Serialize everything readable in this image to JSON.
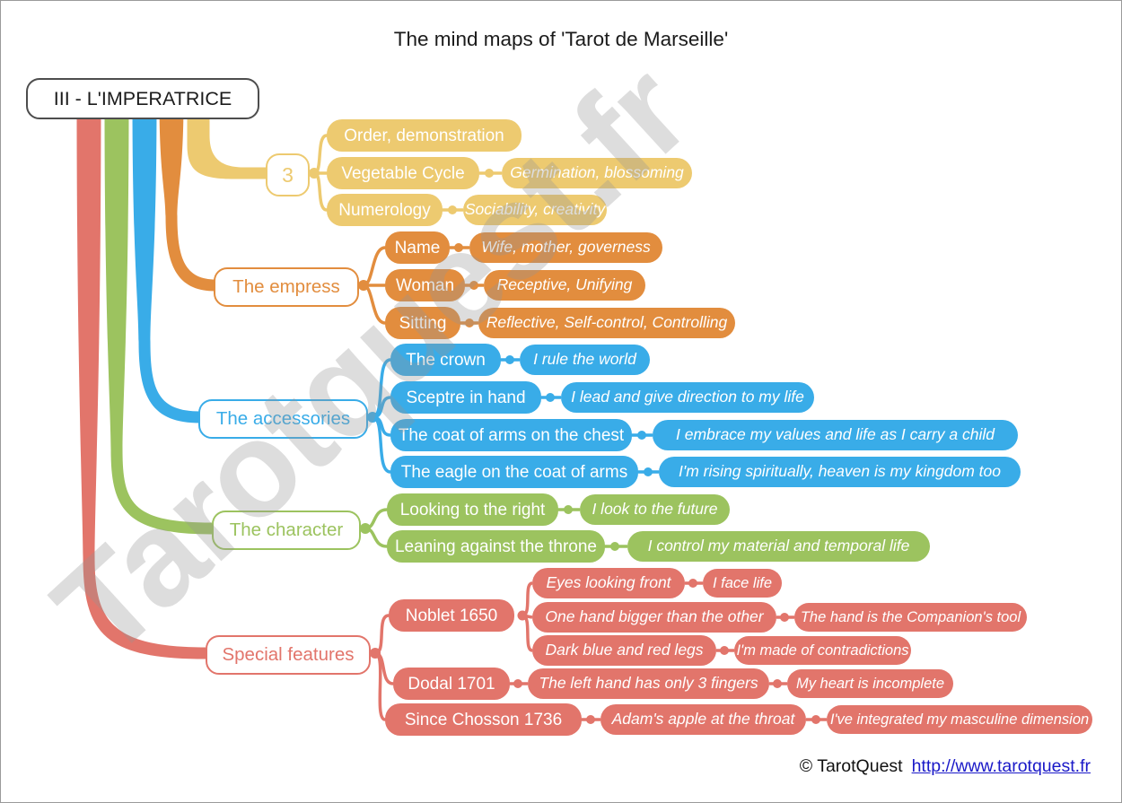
{
  "map": {
    "title": "The mind maps of 'Tarot de Marseille'",
    "root": "III - L'IMPERATRICE",
    "branches": [
      {
        "label": "3",
        "color": "#EDCA70",
        "children": [
          {
            "label": "Order, demonstration"
          },
          {
            "label": "Vegetable Cycle",
            "note": "Germination, blossoming"
          },
          {
            "label": "Numerology",
            "note": "Sociability, creativity"
          }
        ]
      },
      {
        "label": "The empress",
        "color": "#E28D3E",
        "children": [
          {
            "label": "Name",
            "note": "Wife, mother, governess"
          },
          {
            "label": "Woman",
            "note": "Receptive, Unifying"
          },
          {
            "label": "Sitting",
            "note": "Reflective, Self-control, Controlling"
          }
        ]
      },
      {
        "label": "The accessories",
        "color": "#39ACE8",
        "children": [
          {
            "label": "The crown",
            "note": "I rule the world"
          },
          {
            "label": "Sceptre in hand",
            "note": "I lead and give direction to my life"
          },
          {
            "label": "The coat of arms on the chest",
            "note": "I embrace my values and life as I carry a child"
          },
          {
            "label": "The eagle on the coat of arms",
            "note": "I'm rising spiritually, heaven is my kingdom too"
          }
        ]
      },
      {
        "label": "The character",
        "color": "#9CC35F",
        "children": [
          {
            "label": "Looking to the right",
            "note": "I look to the future"
          },
          {
            "label": "Leaning against the throne",
            "note": "I control my material and temporal life"
          }
        ]
      },
      {
        "label": "Special features",
        "color": "#E2756B",
        "children": [
          {
            "label": "Noblet 1650",
            "children": [
              {
                "label": "Eyes looking front",
                "note": "I face life"
              },
              {
                "label": "One hand bigger than the other",
                "note": "The hand is the Companion's tool"
              },
              {
                "label": "Dark blue and red legs",
                "note": "I'm made of contradictions"
              }
            ]
          },
          {
            "label": "Dodal 1701",
            "children": [
              {
                "label": "The left hand has only 3 fingers",
                "note": "My heart is incomplete"
              }
            ]
          },
          {
            "label": "Since Chosson 1736",
            "children": [
              {
                "label": "Adam's apple at the throat",
                "note": "I've integrated my masculine dimension"
              }
            ]
          }
        ]
      }
    ],
    "watermark": "Tarotquest.fr",
    "footer": {
      "copyright": "© TarotQuest",
      "link_text": "http://www.tarotquest.fr"
    }
  }
}
